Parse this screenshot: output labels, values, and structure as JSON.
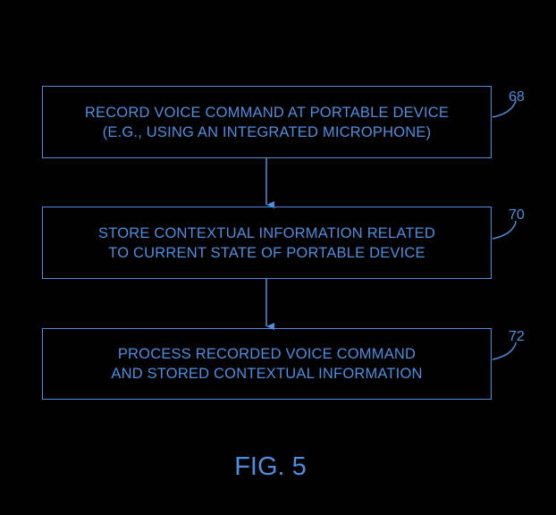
{
  "diagram": {
    "accent_color": "#4a8fe0",
    "background_color": "#000000",
    "steps": [
      {
        "ref": "68",
        "lines": [
          "RECORD VOICE COMMAND AT PORTABLE DEVICE",
          "(E.G., USING AN INTEGRATED MICROPHONE)"
        ]
      },
      {
        "ref": "70",
        "lines": [
          "STORE CONTEXTUAL INFORMATION RELATED",
          "TO CURRENT STATE OF PORTABLE DEVICE"
        ]
      },
      {
        "ref": "72",
        "lines": [
          "PROCESS RECORDED VOICE COMMAND",
          "AND STORED CONTEXTUAL INFORMATION"
        ]
      }
    ],
    "figure_label": "FIG. 5"
  }
}
